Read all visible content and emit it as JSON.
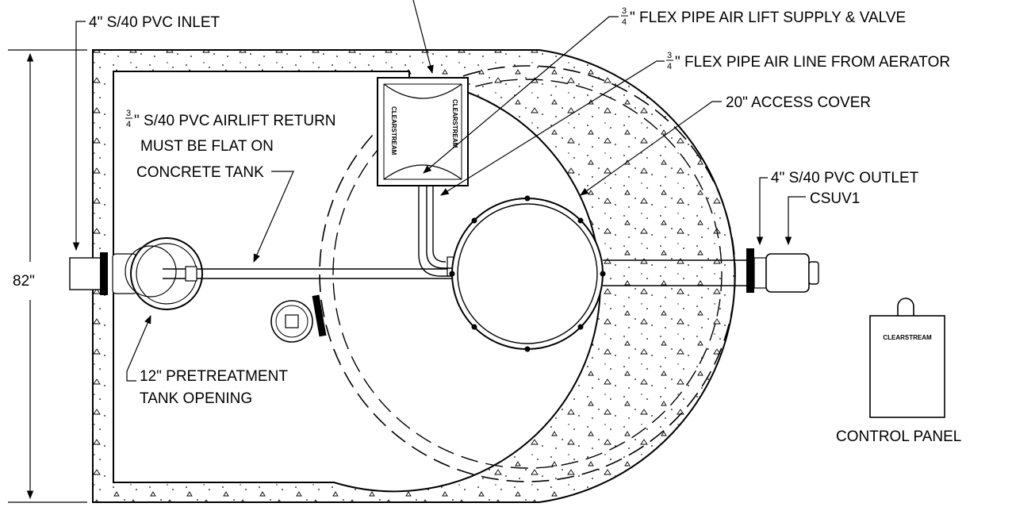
{
  "labels": {
    "inlet": "4\" S/40 PVC INLET",
    "airlift_supply": "\" FLEX PIPE AIR LIFT SUPPLY & VALVE",
    "airline_aerator": "\" FLEX PIPE AIR LINE FROM AERATOR",
    "access_cover": "20\" ACCESS COVER",
    "airlift_return": "\" S/40 PVC AIRLIFT RETURN",
    "airlift_return_2": "MUST BE FLAT ON",
    "airlift_return_3": "CONCRETE TANK",
    "outlet": "4\" S/40 PVC OUTLET",
    "csuv1": "CSUV1",
    "dimension": "82\"",
    "pretreatment": "12\" PRETREATMENT",
    "pretreatment_2": "TANK OPENING",
    "control_panel": "CONTROL PANEL",
    "fraction_num": "3",
    "fraction_den": "4"
  },
  "brand": {
    "box_left": "CLEARSTREAM",
    "box_right": "CLEARSTREAM",
    "panel": "CLEARSTREAM"
  }
}
